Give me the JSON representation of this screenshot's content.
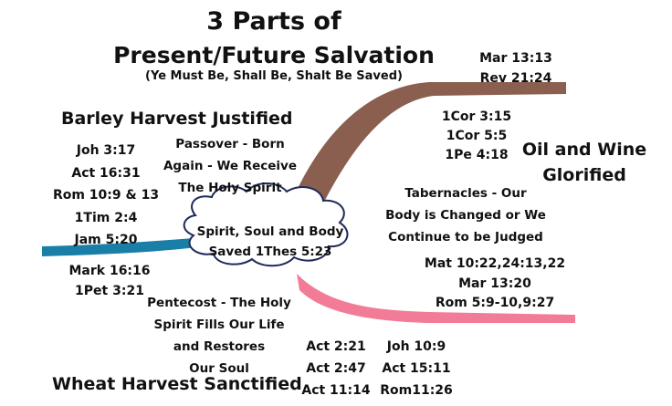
{
  "title": {
    "line1": "3 Parts of",
    "line2": "Present/Future Salvation",
    "subtitle": "(Ye Must Be, Shall Be, Shalt Be Saved)"
  },
  "barley": {
    "heading": "Barley Harvest Justified",
    "refs": [
      "Joh 3:17",
      "Act 16:31",
      "Rom 10:9 & 13",
      "1Tim 2:4",
      "Jam 5:20"
    ],
    "refs_below": [
      "Mark 16:16",
      "1Pet 3:21"
    ],
    "color": "#1a7fa6"
  },
  "passover": {
    "lines": [
      "Passover - Born",
      "Again - We Receive",
      "The Holy Spirit"
    ]
  },
  "cloud": {
    "lines": [
      "Spirit, Soul and Body",
      "Saved 1Thes 5:23"
    ]
  },
  "oil": {
    "heading_lines": [
      "Oil and Wine",
      "Glorified"
    ],
    "refs_top": [
      "Mar 13:13",
      "Rev 21:24"
    ],
    "refs_mid": [
      "1Cor 3:15",
      "1Cor 5:5",
      "1Pe 4:18"
    ],
    "color": "#8b5f4f"
  },
  "tabernacles": {
    "lines": [
      "Tabernacles - Our",
      "Body is Changed or We",
      "Continue to be Judged"
    ],
    "refs": [
      "Mat 10:22,24:13,22",
      "Mar 13:20",
      "Rom 5:9-10,9:27"
    ]
  },
  "wheat": {
    "heading": "Wheat Harvest Sanctified",
    "pentecost_lines": [
      "Pentecost - The Holy",
      "Spirit Fills Our Life",
      "and Restores",
      "Our Soul"
    ],
    "refs_col1": [
      "Act 2:21",
      "Act 2:47",
      "Act 11:14"
    ],
    "refs_col2": [
      "Joh 10:9",
      "Act 15:11",
      "Rom11:26"
    ],
    "color": "#f27c98"
  }
}
